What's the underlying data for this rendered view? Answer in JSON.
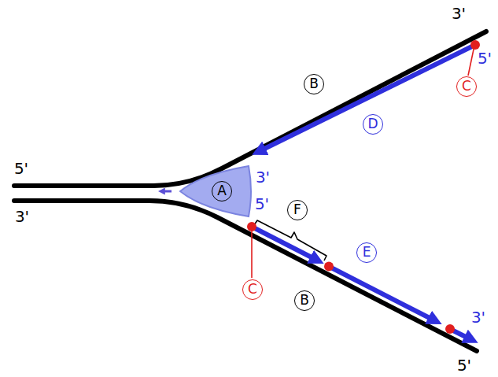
{
  "diagram": {
    "nodes": [
      {
        "text": [
          "A"
        ]
      }
    ],
    "labels": [
      "3'",
      "5'",
      "C",
      "B",
      "D",
      "5'",
      "3'",
      "3'",
      "5'",
      "F",
      "E",
      "C",
      "B",
      "3'",
      "5'"
    ]
  }
}
